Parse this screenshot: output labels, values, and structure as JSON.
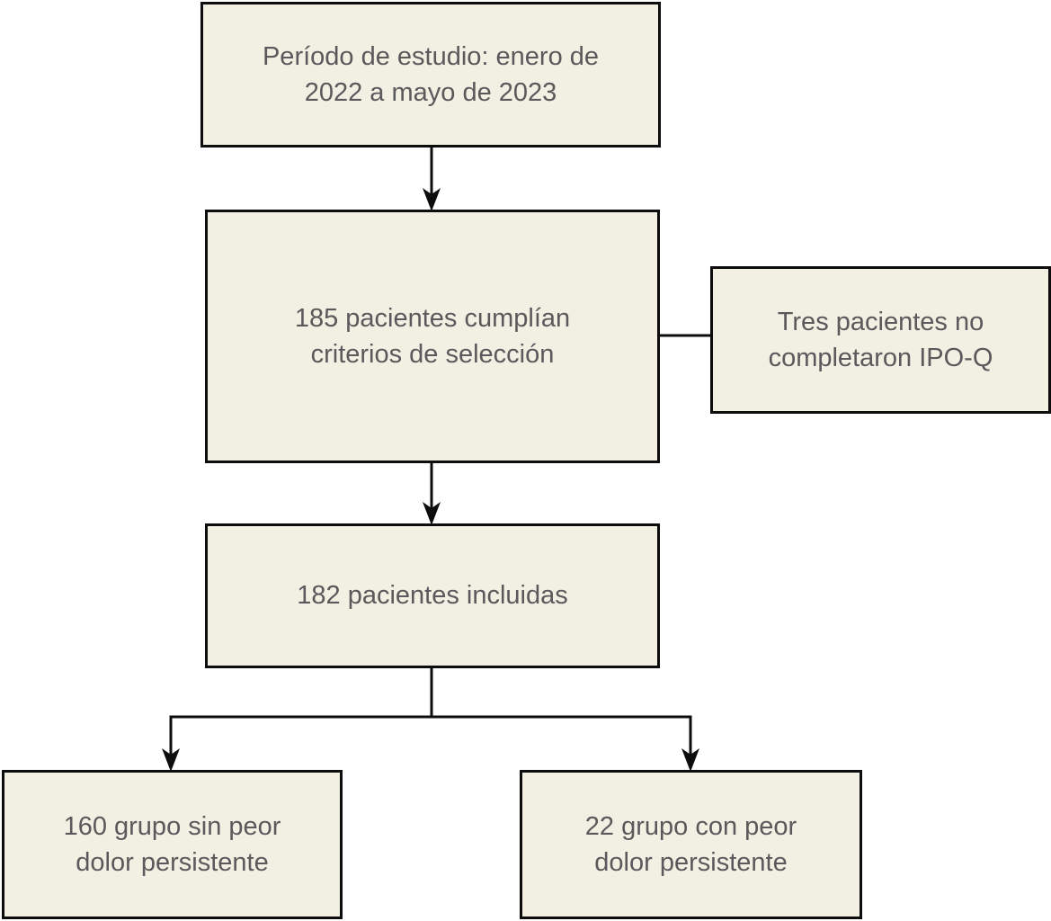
{
  "diagram": {
    "type": "flowchart",
    "language": "es",
    "colors": {
      "background": "#ffffff",
      "box_fill": "#f2efe3",
      "box_border": "#0d0d0d",
      "text": "#5a595b",
      "connector": "#0d0d0d"
    },
    "nodes": {
      "study_period": {
        "text": "Período de estudio: enero de\n2022 a mayo de 2023"
      },
      "eligible": {
        "text": "185 pacientes cumplían\ncriterios de selección"
      },
      "excluded": {
        "text": "Tres pacientes no\ncompletaron IPO-Q"
      },
      "included": {
        "text": "182 pacientes incluidas"
      },
      "group_without": {
        "text": "160 grupo sin peor\ndolor persistente"
      },
      "group_with": {
        "text": "22 grupo con peor\ndolor persistente"
      }
    },
    "edges": [
      {
        "from": "study_period",
        "to": "eligible",
        "style": "arrow"
      },
      {
        "from": "eligible",
        "to": "excluded",
        "style": "plain-line"
      },
      {
        "from": "eligible",
        "to": "included",
        "style": "arrow"
      },
      {
        "from": "included",
        "to": "group_without",
        "style": "arrow"
      },
      {
        "from": "included",
        "to": "group_with",
        "style": "arrow"
      }
    ]
  }
}
